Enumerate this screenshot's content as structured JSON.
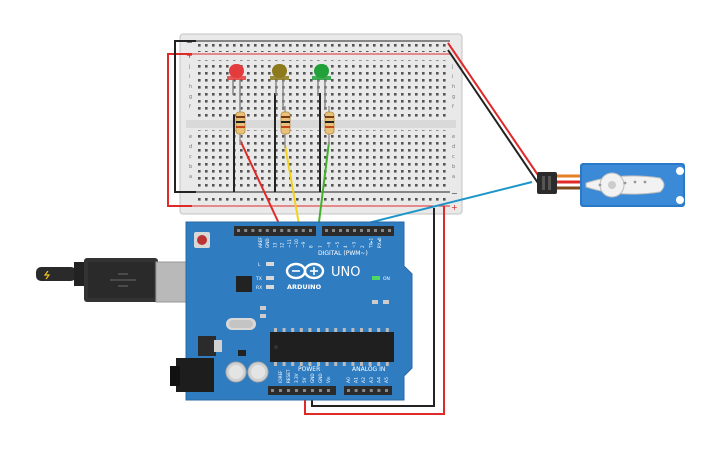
{
  "board": {
    "brand": "ARDUINO",
    "model": "UNO",
    "digital_label": "DIGITAL (PWM~)",
    "power_label": "POWER",
    "analog_label": "ANALOG IN",
    "on_label": "ON",
    "led_l": "L",
    "led_tx": "TX",
    "led_rx": "RX",
    "top_pins": [
      "AREF",
      "GND",
      "13",
      "12",
      "~11",
      "~10",
      "~9",
      "8",
      "7",
      "~6",
      "~5",
      "4",
      "~3",
      "2",
      "TX▸1",
      "RX◂0"
    ],
    "power_pins": [
      "IOREF",
      "RESET",
      "3.3V",
      "5V",
      "GND",
      "GND",
      "Vin"
    ],
    "analog_pins": [
      "A0",
      "A1",
      "A2",
      "A3",
      "A4",
      "A5"
    ]
  },
  "breadboard": {
    "rows_top": [
      "j",
      "i",
      "h",
      "g",
      "f"
    ],
    "rows_bottom": [
      "e",
      "d",
      "c",
      "b",
      "a"
    ],
    "rail_plus": "+",
    "rail_minus": "−"
  },
  "leds": [
    {
      "name": "red",
      "color": "#e43c3c"
    },
    {
      "name": "yellow",
      "color": "#8c7a1c"
    },
    {
      "name": "green",
      "color": "#22a03a"
    }
  ],
  "wire_colors": {
    "red": "#e02a2a",
    "black": "#222222",
    "yellow": "#f2d21b",
    "green": "#43b02a",
    "blue": "#1b94c8",
    "orange": "#e67e22",
    "brown": "#7a4a1d"
  }
}
